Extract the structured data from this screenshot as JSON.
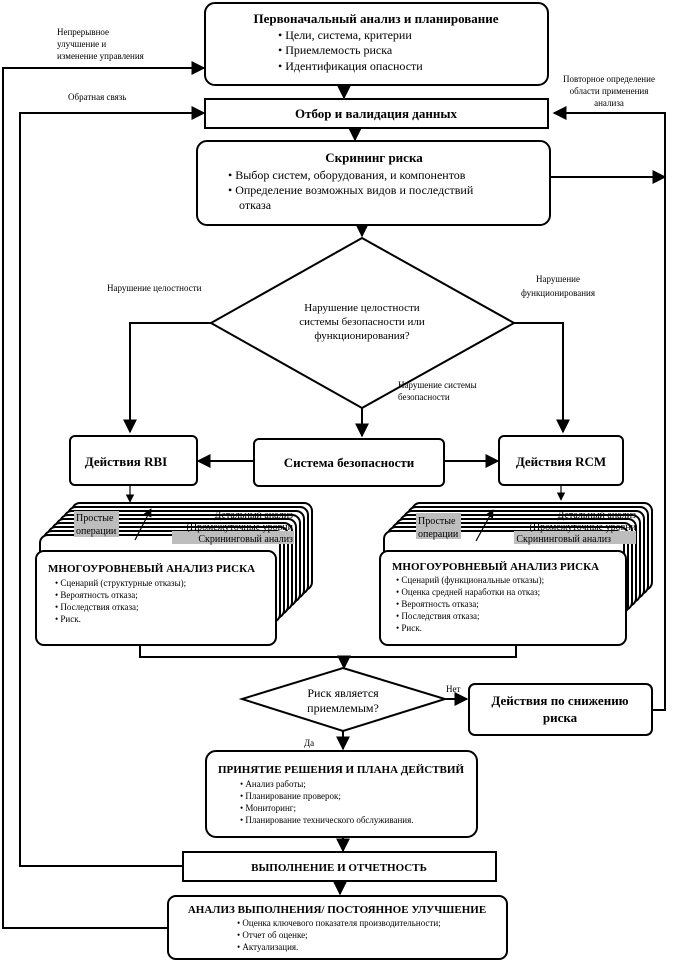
{
  "top_box": {
    "title": "Первоначальный анализ и планирование",
    "items": [
      "• Цели, система, критерии",
      "• Приемлемость риска",
      "• Идентификация опасности"
    ]
  },
  "data_box": {
    "title": "Отбор и валидация данных"
  },
  "screening_box": {
    "title": "Скрининг риска",
    "line1": "• Выбор систем, оборудования, и компонентов",
    "line2": "• Определение возможных видов и последствий",
    "line3": "отказа"
  },
  "decision1": {
    "line1": "Нарушение целостности",
    "line2": "системы безопасности или",
    "line3": "функционирования?"
  },
  "branch_labels": {
    "integrity": "Нарушение целостности",
    "function_1": "Нарушение",
    "function_2": "функционирования",
    "safety_1": "Нарушение системы",
    "safety_2": "безопасности"
  },
  "rbi_box": {
    "label": "Действия RBI"
  },
  "safety_box": {
    "label": "Система безопасности"
  },
  "rcm_box": {
    "label": "Действия RCM"
  },
  "rbi_stack": {
    "simple_1": "Простые",
    "simple_2": "операции",
    "detail_1": "Детальный  анализ",
    "detail_2": "(Промежуточные уровни",
    "screening": "Скрининговый  анализ",
    "title": "МНОГОУРОВНЕВЫЙ АНАЛИЗ РИСКА",
    "items": [
      "• Сценарий (структурные отказы);",
      "• Вероятность отказа;",
      "• Последствия отказа;",
      "• Риск."
    ]
  },
  "rcm_stack": {
    "simple_1": "Простые",
    "simple_2": "операции",
    "detail_1": "Детальный  анализ",
    "detail_2": "(Промежуточные уровни",
    "screening": "Скрининговый  анализ",
    "title": "МНОГОУРОВНЕВЫЙ АНАЛИЗ РИСКА",
    "items": [
      "• Сценарий (функциональные отказы);",
      "• Оценка средней наработки на отказ;",
      "• Вероятность отказа;",
      "• Последствия отказа;",
      "• Риск."
    ]
  },
  "decision2": {
    "line1": "Риск является",
    "line2": "приемлемым?",
    "no": "Нет",
    "yes": "Да"
  },
  "mitigation_box": {
    "line1": "Действия по снижению",
    "line2": "риска"
  },
  "decision_box": {
    "title": "ПРИНЯТИЕ РЕШЕНИЯ И ПЛАНА ДЕЙСТВИЙ",
    "items": [
      "• Анализ работы;",
      "• Планирование проверок;",
      "• Мониторинг;",
      "• Планирование технического обслуживания."
    ]
  },
  "execution_box": {
    "label": "ВЫПОЛНЕНИЕ И ОТЧЕТНОСТЬ"
  },
  "review_box": {
    "title": "АНАЛИЗ ВЫПОЛНЕНИЯ/ ПОСТОЯННОЕ УЛУЧШЕНИЕ",
    "items": [
      "• Оценка ключевого показателя производительности;",
      "• Отчет об оценке;",
      "• Актуализация."
    ]
  },
  "side_labels": {
    "improve_1": "Непрерывное",
    "improve_2": "улучшение и",
    "improve_3": "изменение управления",
    "feedback": "Обратная связь",
    "redefine_1": "Повторное определение",
    "redefine_2": "области применения",
    "redefine_3": "анализа"
  }
}
